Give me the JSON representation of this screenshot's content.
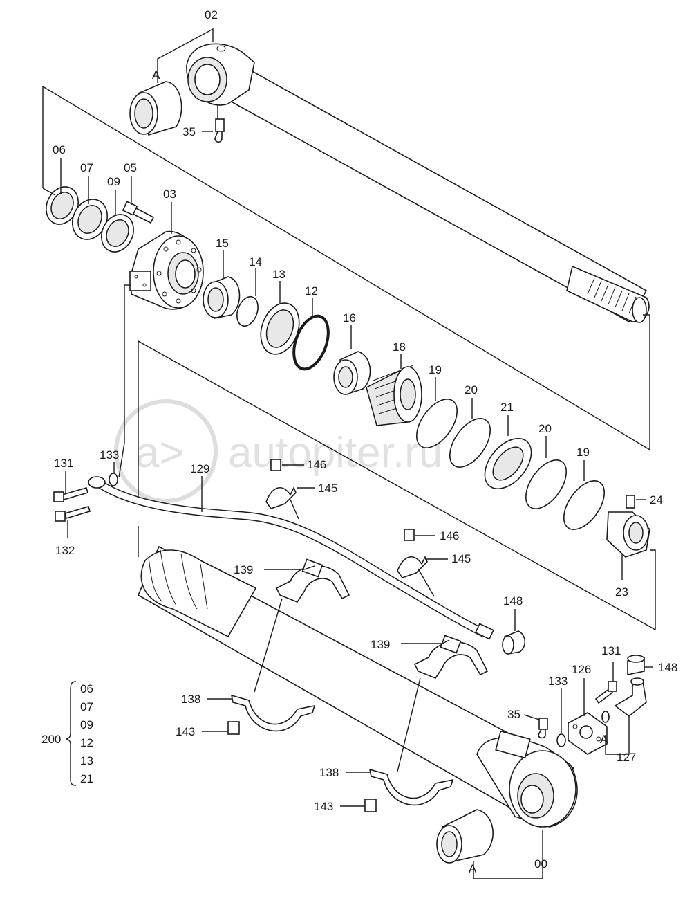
{
  "labels": {
    "l02": "02",
    "lA_top": "A",
    "l35_top": "35",
    "l06": "06",
    "l07": "07",
    "l09": "09",
    "l05": "05",
    "l03": "03",
    "l15": "15",
    "l14": "14",
    "l13": "13",
    "l12": "12",
    "l16": "16",
    "l18": "18",
    "l19a": "19",
    "l20a": "20",
    "l21": "21",
    "l20b": "20",
    "l19b": "19",
    "l24": "24",
    "l23": "23",
    "l131a": "131",
    "l133a": "133",
    "l129": "129",
    "l146a": "146",
    "l145a": "145",
    "l132": "132",
    "l146b": "146",
    "l145b": "145",
    "l139a": "139",
    "l148a": "148",
    "l139b": "139",
    "l131b": "131",
    "l148b": "148",
    "l126": "126",
    "l133b": "133",
    "l35_bot": "35",
    "lA_right": "A",
    "l127": "127",
    "l138a": "138",
    "l143a": "143",
    "l138b": "138",
    "l143b": "143",
    "l00": "00",
    "lA_bot": "A"
  },
  "kit": {
    "number": "200",
    "items": [
      "06",
      "07",
      "09",
      "12",
      "13",
      "21"
    ]
  },
  "watermark": {
    "logo": "a>",
    "text": "autopiter.ru"
  }
}
